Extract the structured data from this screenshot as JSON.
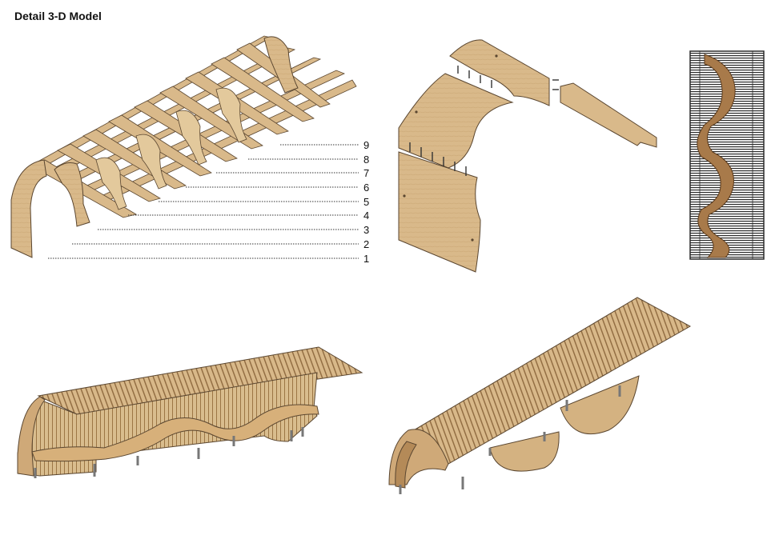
{
  "page": {
    "title": "Detail 3-D Model"
  },
  "callouts": [
    "9",
    "8",
    "7",
    "6",
    "5",
    "4",
    "3",
    "2",
    "1"
  ],
  "colors": {
    "plywood": "#d9b98a",
    "plywood_edge": "#b48a58",
    "plywood_dark": "#8a5a2e",
    "strip_dark": "#2b2b2b",
    "outline": "#5a4630"
  }
}
